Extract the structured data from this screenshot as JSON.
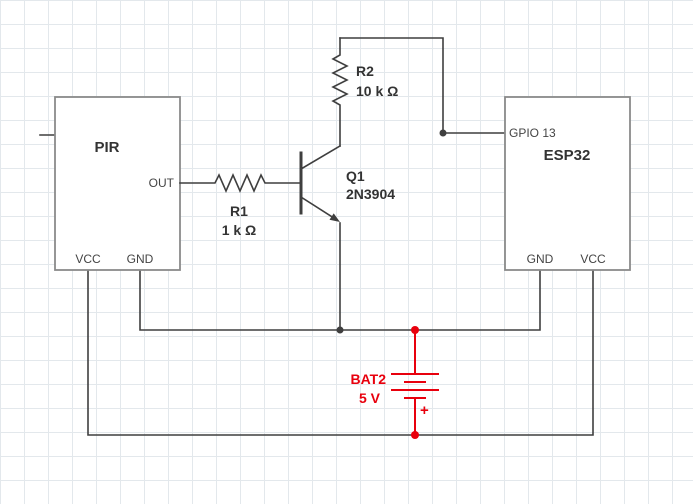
{
  "colors": {
    "wire": "#3f3f3f",
    "component_border": "#8a8a8a",
    "battery": "#e8000d",
    "grid": "#e3e8ec",
    "background": "#ffffff"
  },
  "components": {
    "pir": {
      "label": "PIR",
      "pins": {
        "out": "OUT",
        "vcc": "VCC",
        "gnd": "GND"
      }
    },
    "esp32": {
      "label": "ESP32",
      "pins": {
        "gpio": "GPIO 13",
        "gnd": "GND",
        "vcc": "VCC"
      }
    },
    "r1": {
      "ref": "R1",
      "value": "1 k Ω"
    },
    "r2": {
      "ref": "R2",
      "value": "10 k Ω"
    },
    "q1": {
      "ref": "Q1",
      "value": "2N3904"
    },
    "bat2": {
      "ref": "BAT2",
      "value": "5 V",
      "polarity": "+"
    }
  }
}
